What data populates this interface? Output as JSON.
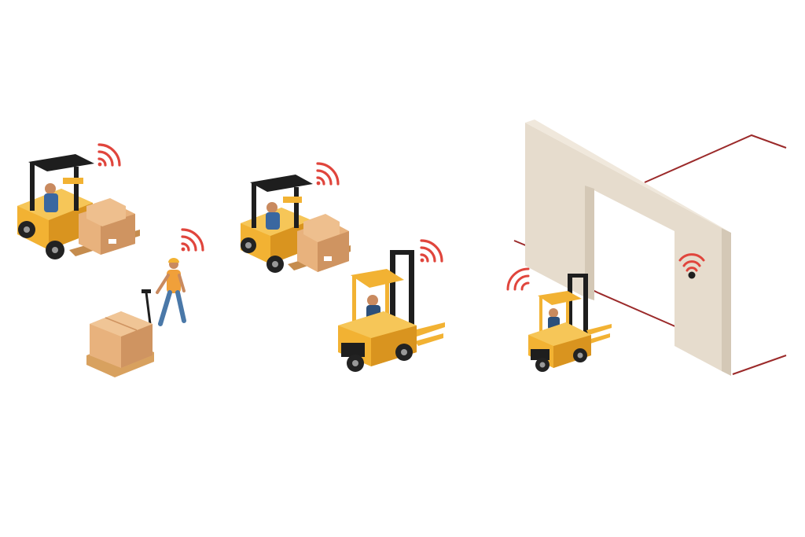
{
  "colors": {
    "background": "#ffffff",
    "forklift_yellow": "#f2b233",
    "forklift_yellow_dark": "#d9941f",
    "mast_black": "#1e1e1e",
    "box_tan": "#e8b27d",
    "box_tan_dark": "#cf9461",
    "pallet_wood": "#d8a15f",
    "signal_red": "#e0453c",
    "wall_beige": "#e6dccd",
    "wall_side": "#d4c8b6",
    "zone_line": "#9b2a2a",
    "worker_shirt": "#f0a03a",
    "worker_pants": "#4a78a8"
  },
  "scene": {
    "groups": [
      {
        "id": "forklift-worker-proximity",
        "objects": [
          "forklift-with-boxes",
          "pedestrian-worker",
          "hand-pallet-jack",
          "signal-icon",
          "signal-icon"
        ]
      },
      {
        "id": "forklift-forklift-proximity",
        "objects": [
          "forklift-with-boxes",
          "forklift-driving",
          "signal-icon",
          "signal-icon"
        ]
      },
      {
        "id": "forklift-zone-entry",
        "objects": [
          "gate-wall",
          "zone-boundary",
          "forklift-driving",
          "signal-icon",
          "wall-sensor-icon"
        ]
      }
    ]
  }
}
